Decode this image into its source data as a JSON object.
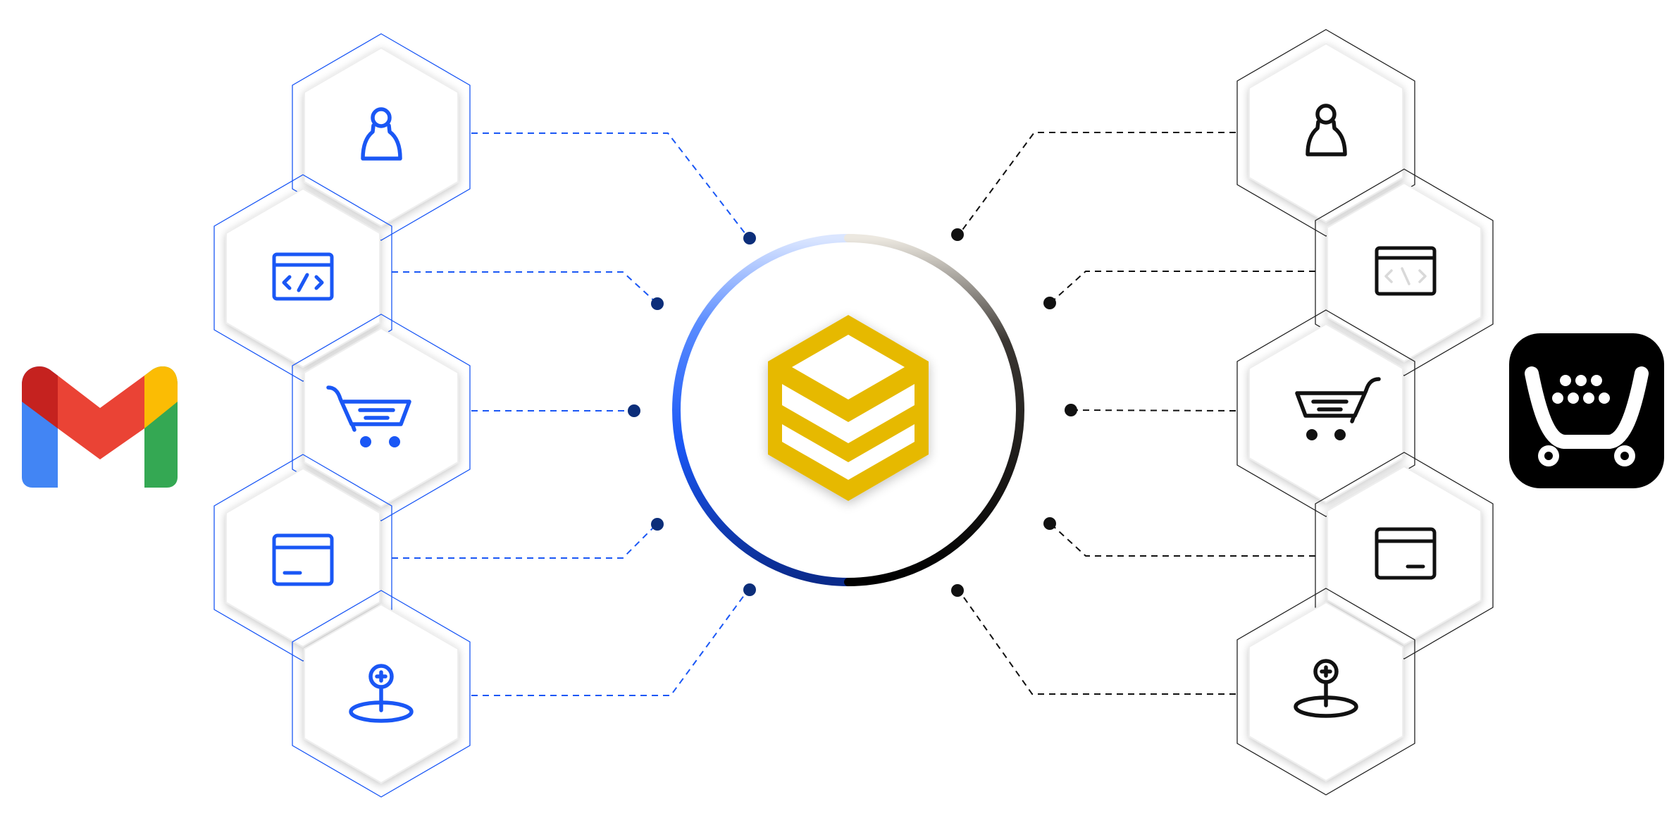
{
  "colors": {
    "left_accent": "#1a57f5",
    "left_dot": "#0c2e7a",
    "right_accent": "#111111",
    "hub_gold": "#e6b905",
    "gmail_blue": "#4285f4",
    "gmail_red": "#ea4335",
    "gmail_dark_red": "#c5221f",
    "gmail_yellow": "#fbbc04",
    "gmail_green": "#34a853",
    "ecwid_bg": "#000000"
  },
  "left_app": {
    "name": "gmail-logo",
    "icons": [
      "user-icon",
      "code-window-icon",
      "shopping-cart-icon",
      "payment-card-icon",
      "location-pin-icon"
    ]
  },
  "right_app": {
    "name": "ecwid-logo",
    "icons": [
      "user-icon",
      "code-window-icon",
      "shopping-cart-icon",
      "payment-card-icon",
      "location-pin-icon"
    ]
  },
  "hub": {
    "name": "stacked-layers-logo"
  }
}
